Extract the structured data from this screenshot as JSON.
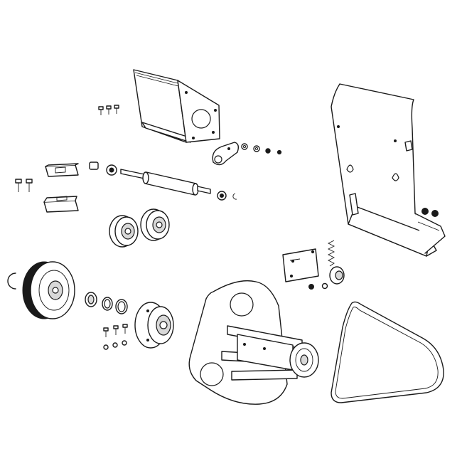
{
  "diagram": {
    "colors": {
      "line": "#1a1a1a",
      "fill": "#ffffff",
      "shade": "#d8d8d8"
    },
    "parts": [
      "bolt-set-top",
      "mounting-bracket-top",
      "link-plate",
      "washer-nut-row",
      "guard-cover",
      "cap-nuts",
      "clamp-block-upper",
      "clamp-block-lower",
      "screw-pair-left",
      "bushing",
      "bearing-small",
      "drive-shaft",
      "shaft-nut",
      "retaining-clip-shaft",
      "pulley-left",
      "pulley-right",
      "retaining-clip-large",
      "drum-wheel",
      "spacer-ring-1",
      "spacer-ring-2",
      "spacer-ring-3",
      "bolt-set-bottom",
      "hub-flange",
      "tension-plate",
      "tension-spring",
      "idler-pulley",
      "idler-nuts",
      "main-housing-plate",
      "rotor-assembly",
      "drive-belt"
    ]
  }
}
